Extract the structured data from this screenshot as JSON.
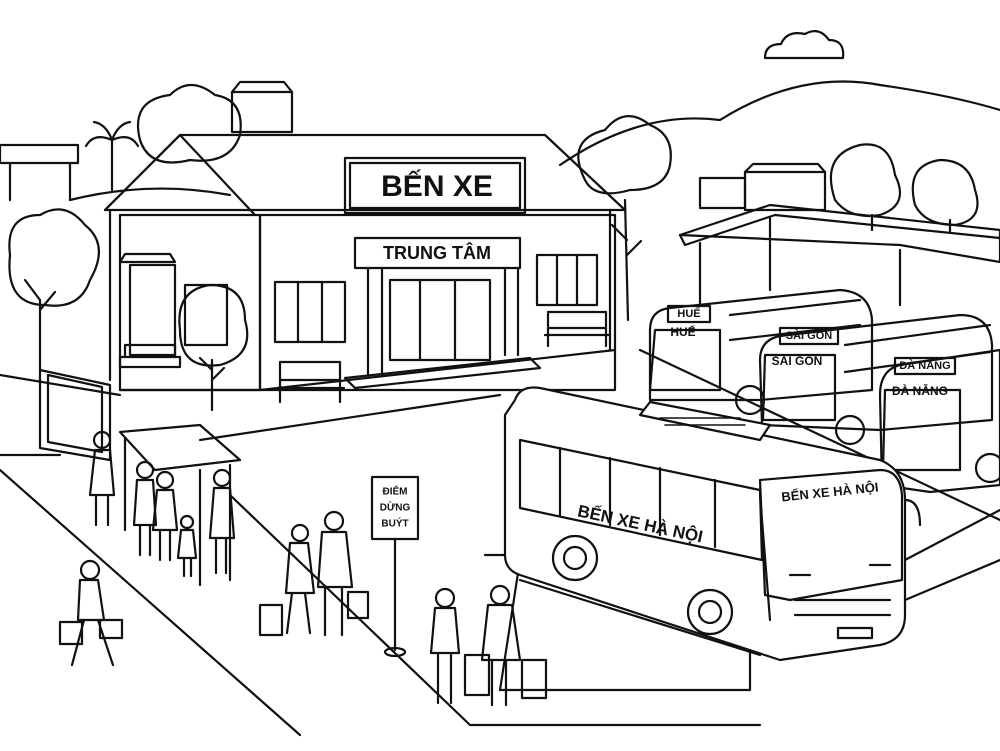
{
  "station": {
    "sign_main": "BẾN XE",
    "sign_sub": "TRUNG TÂM"
  },
  "bus_stop": {
    "line1": "ĐIỂM",
    "line2": "DỪNG",
    "line3": "BUÝT"
  },
  "main_bus": {
    "side_label": "BẾN XE HÀ NỘI",
    "front_label": "BẾN XE HÀ NỘI"
  },
  "parked_buses": [
    {
      "roof_label": "HUẾ",
      "windshield_label": "HUẾ"
    },
    {
      "roof_label": "SÀI GÒN",
      "windshield_label": "SÀI GÒN"
    },
    {
      "roof_label": "ĐÀ NẴNG",
      "windshield_label": "ĐÀ NẴNG"
    }
  ],
  "colors": {
    "line": "#111111",
    "paper": "#ffffff"
  }
}
